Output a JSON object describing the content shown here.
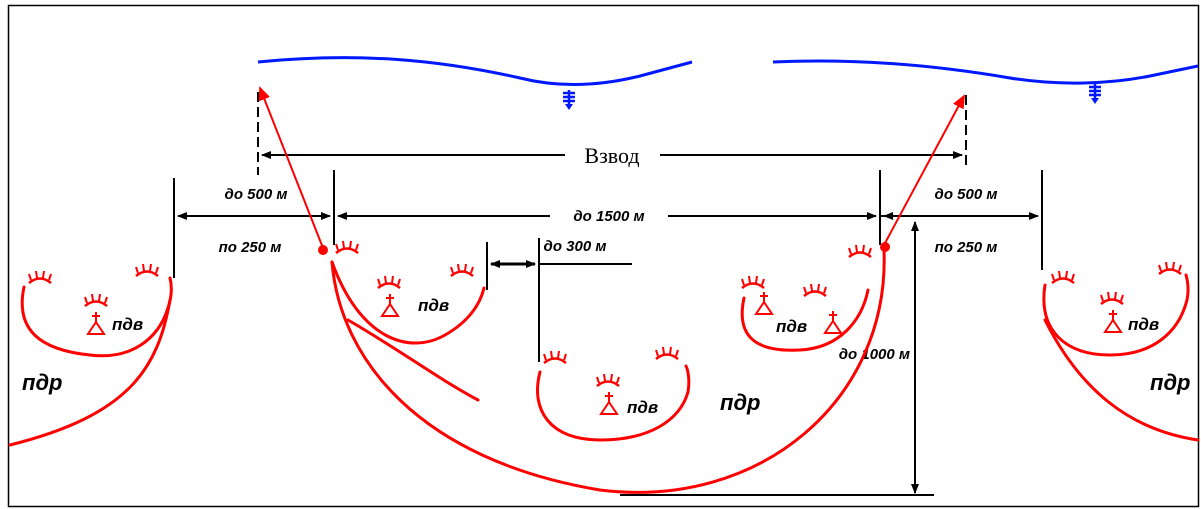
{
  "diagram": {
    "title": "Взвод",
    "labels": {
      "do500_left": "до 500 м",
      "po250_left": "по 250 м",
      "do1500": "до 1500 м",
      "do300": "до 300 м",
      "do500_right": "до 500 м",
      "po250_right": "по 250 м",
      "do1000": "до 1000 м",
      "pdv_1": "пдв",
      "pdv_2": "пдв",
      "pdv_3": "пдв",
      "pdv_4": "пдв",
      "pdv_5": "пдв",
      "pdr_left": "пдр",
      "pdr_center": "пдр",
      "pdr_right": "пдр"
    },
    "colors": {
      "unit": "#ff0000",
      "enemy": "#0018ff",
      "dimension": "#000000"
    }
  }
}
